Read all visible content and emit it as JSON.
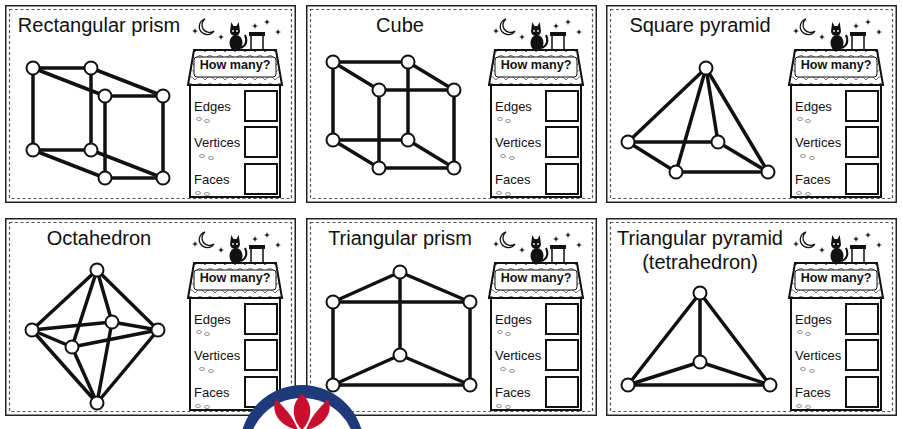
{
  "diagram": {
    "nodes": [
      {
        "text": [
          "Rectangular prism"
        ]
      },
      {
        "text": [
          "How many?",
          "Edges",
          "Vertices",
          "Faces"
        ],
        "in": 0
      },
      {
        "text": [
          "Cube"
        ]
      },
      {
        "text": [
          "How many?",
          "Edges",
          "Vertices",
          "Faces"
        ],
        "in": 2
      },
      {
        "text": [
          "Square pyramid"
        ]
      },
      {
        "text": [
          "How many?",
          "Edges",
          "Vertices",
          "Faces"
        ],
        "in": 4
      },
      {
        "text": [
          "Octahedron"
        ]
      },
      {
        "text": [
          "How many?",
          "Edges",
          "Vertices",
          "Faces"
        ],
        "in": 6
      },
      {
        "text": [
          "Triangular prism"
        ]
      },
      {
        "text": [
          "How many?",
          "Edges",
          "Vertices",
          "Faces"
        ],
        "in": 8
      },
      {
        "text": [
          "Triangular pyramid (tetrahedron)"
        ]
      },
      {
        "text": [
          "How many?",
          "Edges",
          "Vertices",
          "Faces"
        ],
        "in": 10
      }
    ]
  }
}
